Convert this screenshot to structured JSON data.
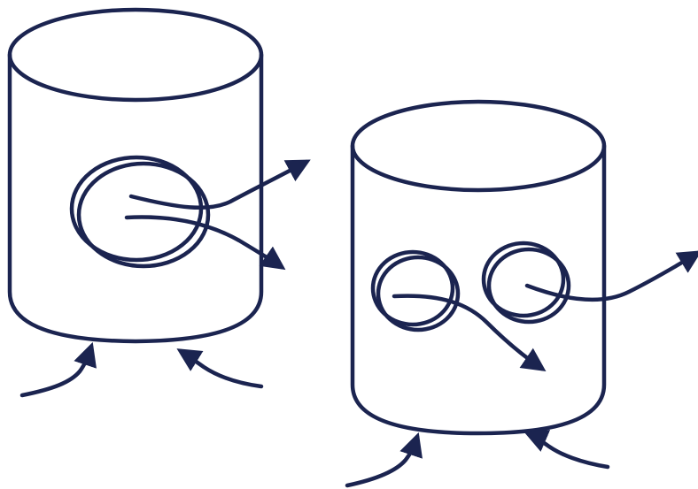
{
  "diagram": {
    "stroke_color": "#1b2450",
    "background": "#ffffff",
    "cylinders": [
      {
        "name": "left-cylinder",
        "coils": 1,
        "inlet_arrows": 2,
        "outlet_arrows": 2
      },
      {
        "name": "right-cylinder",
        "coils": 2,
        "inlet_arrows": 2,
        "outlet_arrows": 2
      }
    ]
  }
}
